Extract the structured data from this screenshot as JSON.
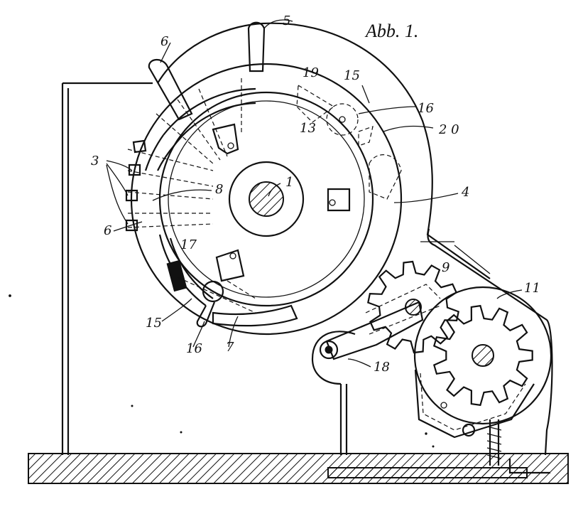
{
  "figure": {
    "title": "Abb. 1.",
    "labels": {
      "l1": "1",
      "l3": "3",
      "l4": "4",
      "l5": "5",
      "l6a": "6",
      "l6b": "6",
      "l7": "7",
      "l8": "8",
      "l9": "9",
      "l11": "11",
      "l13": "13",
      "l15a": "15",
      "l15b": "15",
      "l16a": "16",
      "l16b": "16",
      "l17": "17",
      "l18": "18",
      "l19": "19",
      "l20": "2 0"
    }
  }
}
